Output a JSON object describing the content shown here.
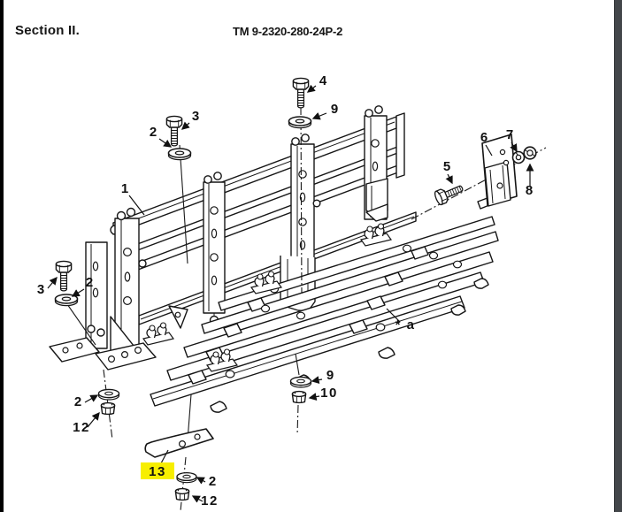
{
  "page": {
    "section_label": "Section II.",
    "tm_number": "TM 9-2320-280-24P-2"
  },
  "figure": {
    "type": "exploded-parts-diagram",
    "description": "Exploded view line drawing of a cargo rack / rail assembly with numbered part callouts",
    "highlight": {
      "color": "#f7ee00",
      "item": "13"
    },
    "callouts": [
      {
        "id": "callout-1",
        "label": "1"
      },
      {
        "id": "callout-2-top",
        "label": "2"
      },
      {
        "id": "callout-3-top",
        "label": "3"
      },
      {
        "id": "callout-4",
        "label": "4"
      },
      {
        "id": "callout-9-top",
        "label": "9"
      },
      {
        "id": "callout-5",
        "label": "5"
      },
      {
        "id": "callout-6",
        "label": "6"
      },
      {
        "id": "callout-7",
        "label": "7"
      },
      {
        "id": "callout-8",
        "label": "8"
      },
      {
        "id": "callout-3-left",
        "label": "3"
      },
      {
        "id": "callout-2-left",
        "label": "2"
      },
      {
        "id": "callout-star-a",
        "label": "* a"
      },
      {
        "id": "callout-9-mid",
        "label": "9"
      },
      {
        "id": "callout-10",
        "label": "10"
      },
      {
        "id": "callout-2-lowleft",
        "label": "2"
      },
      {
        "id": "callout-12-left",
        "label": "12"
      },
      {
        "id": "callout-13",
        "label": "13"
      },
      {
        "id": "callout-2-bottom",
        "label": "2"
      },
      {
        "id": "callout-12-bottom",
        "label": "12"
      }
    ]
  },
  "colors": {
    "paper": "#ffffff",
    "line": "#161616",
    "left_border": "#000000",
    "right_border": "#43464a"
  }
}
